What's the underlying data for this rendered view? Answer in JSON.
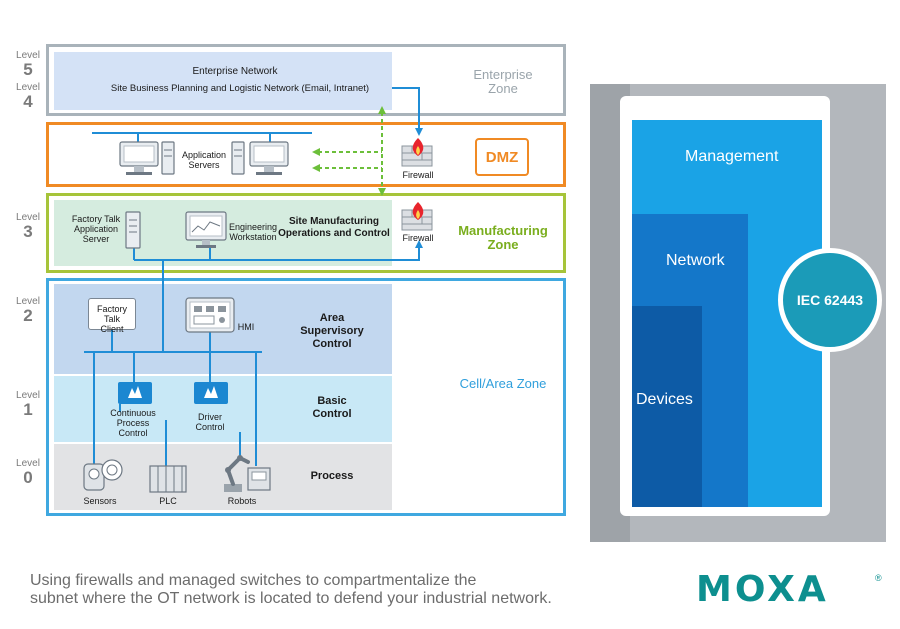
{
  "levels": [
    {
      "word": "Level",
      "num": "5"
    },
    {
      "word": "Level",
      "num": "4"
    },
    {
      "word": "Level",
      "num": "3"
    },
    {
      "word": "Level",
      "num": "2"
    },
    {
      "word": "Level",
      "num": "1"
    },
    {
      "word": "Level",
      "num": "0"
    }
  ],
  "zones": {
    "enterprise": "Enterprise\nZone",
    "dmz": "DMZ",
    "manufacturing": "Manufacturing\nZone",
    "cell_area": "Cell/Area Zone"
  },
  "enterprise": {
    "line1": "Enterprise Network",
    "line2": "Site Business Planning and Logistic Network (Email, Intranet)"
  },
  "dmz": {
    "app_servers": "Application\nServers",
    "firewall": "Firewall"
  },
  "manufacturing": {
    "ft_app_server": "Factory Talk\nApplication\nServer",
    "eng_workstation": "Engineering\nWorkstation",
    "site_ops": "Site Manufacturing\nOperations and Control",
    "firewall": "Firewall"
  },
  "level2": {
    "ft_client": "Factory Talk\nClient",
    "hmi": "HMI",
    "title": "Area\nSupervisory\nControl"
  },
  "level1": {
    "cpc": "Continuous\nProcess\nControl",
    "driver": "Driver\nControl",
    "title": "Basic\nControl"
  },
  "level0": {
    "sensors": "Sensors",
    "plc": "PLC",
    "robots": "Robots",
    "title": "Process"
  },
  "right_panel": {
    "management": "Management",
    "network": "Network",
    "devices": "Devices",
    "standard": "IEC 62443"
  },
  "caption": "Using firewalls and managed switches to compartmentalize the\nsubnet where the OT network is located to defend your industrial network.",
  "logo": "MOXA",
  "logo_mark": "®",
  "colors": {
    "enterprise_border": "#a9b3ba",
    "dmz_border": "#f08a24",
    "manufacturing_border": "#a6c43a",
    "cell_border": "#3fa8e0",
    "management": "#1aa3e6",
    "network": "#1477c9",
    "devices": "#0d5ba6",
    "iec": "#1b9bb8",
    "logo": "#0d8f8f"
  }
}
